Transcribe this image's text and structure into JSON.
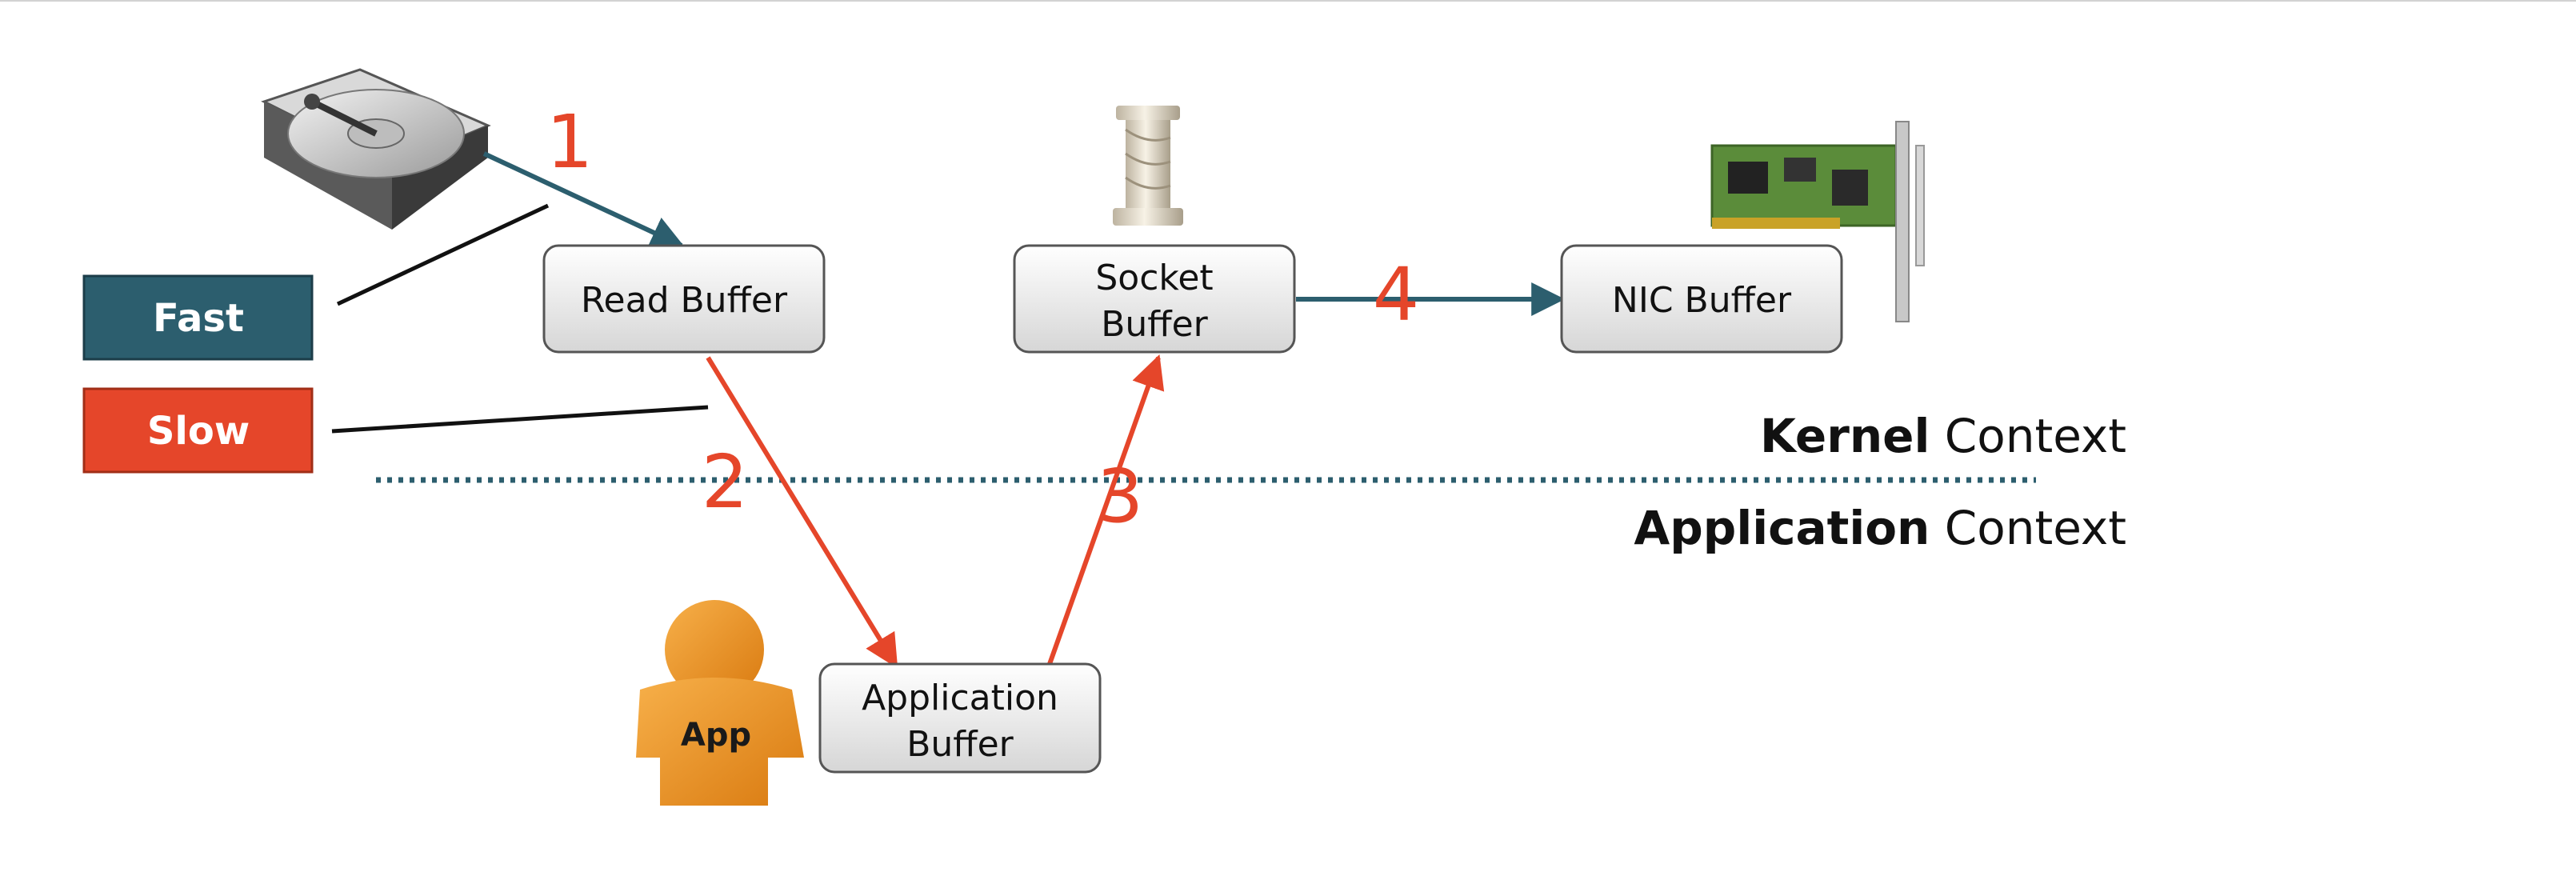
{
  "buffers": {
    "read_buffer": {
      "lines": [
        "Read Buffer"
      ]
    },
    "socket_buffer": {
      "lines": [
        "Socket",
        "Buffer"
      ]
    },
    "nic_buffer": {
      "lines": [
        "NIC Buffer"
      ]
    },
    "application_buffer": {
      "lines": [
        "Application",
        "Buffer"
      ]
    }
  },
  "legend": {
    "fast": {
      "label": "Fast",
      "color": "#2c5e6e"
    },
    "slow": {
      "label": "Slow",
      "color": "#e5462a"
    }
  },
  "steps": [
    "1",
    "2",
    "3",
    "4"
  ],
  "contexts": {
    "kernel": {
      "strong": "Kernel",
      "rest": "Context"
    },
    "application": {
      "strong": "Application",
      "rest": "Context"
    }
  },
  "app_figure": {
    "label": "App",
    "color": "#f0921e"
  },
  "icons": [
    "hard-disk-icon",
    "column-icon",
    "network-card-icon",
    "app-person-icon"
  ],
  "colors": {
    "fast_arrow": "#2c5e6e",
    "slow_arrow": "#e5462a",
    "divider": "#2c5e6e"
  }
}
